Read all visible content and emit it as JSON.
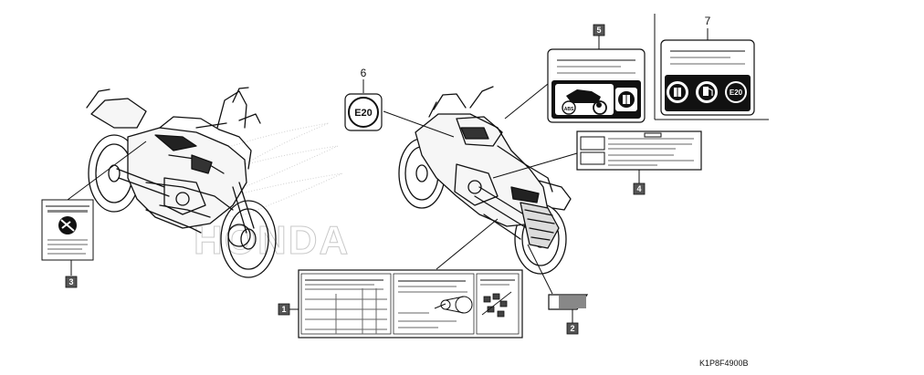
{
  "diagram": {
    "callouts": {
      "c1": "1",
      "c2": "2",
      "c3": "3",
      "c4": "4",
      "c5": "5",
      "c6": "6",
      "c7": "7"
    },
    "fuel_label_text": "E20",
    "abs_icon_text": "ABS",
    "watermark_text": "HONDA",
    "figure_code": "K1P8F4900B",
    "colors": {
      "line": "#111111",
      "tag_fill": "#555555",
      "watermark": "#c9c9c9"
    }
  }
}
